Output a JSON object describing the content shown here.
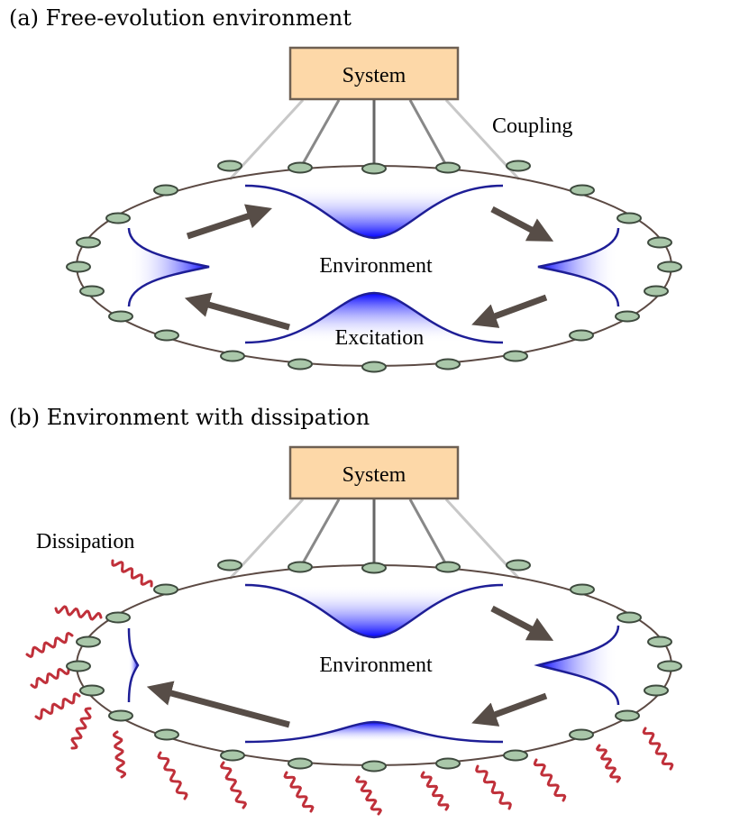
{
  "panel_a": {
    "title": "(a) Free-evolution environment",
    "system_label": "System",
    "coupling_label": "Coupling",
    "environment_label": "Environment",
    "excitation_label": "Excitation"
  },
  "panel_b": {
    "title": "(b) Environment with dissipation",
    "system_label": "System",
    "dissipation_label": "Dissipation",
    "environment_label": "Environment"
  },
  "colors": {
    "system_box_fill": "#FDD8A8",
    "system_box_stroke": "#6E6053",
    "ring": "#5C4A44",
    "node_fill": "#A9C7A9",
    "node_stroke": "#3E4A3E",
    "wavepacket": "#1E1E96",
    "arrow": "#574D47",
    "dissipation_wave": "#C0303A"
  }
}
